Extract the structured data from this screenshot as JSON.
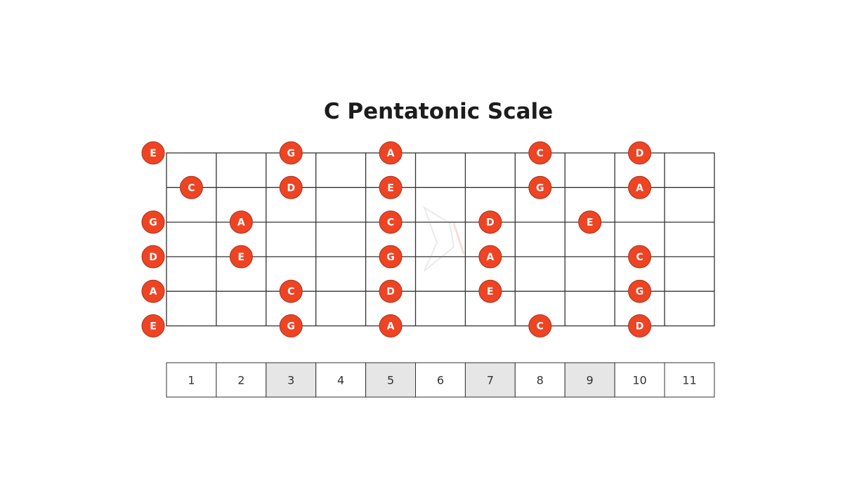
{
  "title": "C Pentatonic Scale",
  "colors": {
    "note": "#ee4423",
    "note_outline": "#a8321a",
    "grid": "#333333",
    "highlight_cell": "#e6e6e6"
  },
  "fret_count": 11,
  "fret_numbers": [
    "1",
    "2",
    "3",
    "4",
    "5",
    "6",
    "7",
    "8",
    "9",
    "10",
    "11"
  ],
  "highlighted_frets": [
    3,
    5,
    7,
    9
  ],
  "open_strings": [
    "E",
    "",
    "G",
    "D",
    "A",
    "E"
  ],
  "notes": [
    {
      "string": 1,
      "fret": 3,
      "label": "G"
    },
    {
      "string": 1,
      "fret": 5,
      "label": "A"
    },
    {
      "string": 1,
      "fret": 8,
      "label": "C"
    },
    {
      "string": 1,
      "fret": 10,
      "label": "D"
    },
    {
      "string": 2,
      "fret": 1,
      "label": "C"
    },
    {
      "string": 2,
      "fret": 3,
      "label": "D"
    },
    {
      "string": 2,
      "fret": 5,
      "label": "E"
    },
    {
      "string": 2,
      "fret": 8,
      "label": "G"
    },
    {
      "string": 2,
      "fret": 10,
      "label": "A"
    },
    {
      "string": 3,
      "fret": 2,
      "label": "A"
    },
    {
      "string": 3,
      "fret": 5,
      "label": "C"
    },
    {
      "string": 3,
      "fret": 7,
      "label": "D"
    },
    {
      "string": 3,
      "fret": 9,
      "label": "E"
    },
    {
      "string": 4,
      "fret": 2,
      "label": "E"
    },
    {
      "string": 4,
      "fret": 5,
      "label": "G"
    },
    {
      "string": 4,
      "fret": 7,
      "label": "A"
    },
    {
      "string": 4,
      "fret": 10,
      "label": "C"
    },
    {
      "string": 5,
      "fret": 3,
      "label": "C"
    },
    {
      "string": 5,
      "fret": 5,
      "label": "D"
    },
    {
      "string": 5,
      "fret": 7,
      "label": "E"
    },
    {
      "string": 5,
      "fret": 10,
      "label": "G"
    },
    {
      "string": 6,
      "fret": 3,
      "label": "G"
    },
    {
      "string": 6,
      "fret": 5,
      "label": "A"
    },
    {
      "string": 6,
      "fret": 8,
      "label": "C"
    },
    {
      "string": 6,
      "fret": 10,
      "label": "D"
    }
  ]
}
